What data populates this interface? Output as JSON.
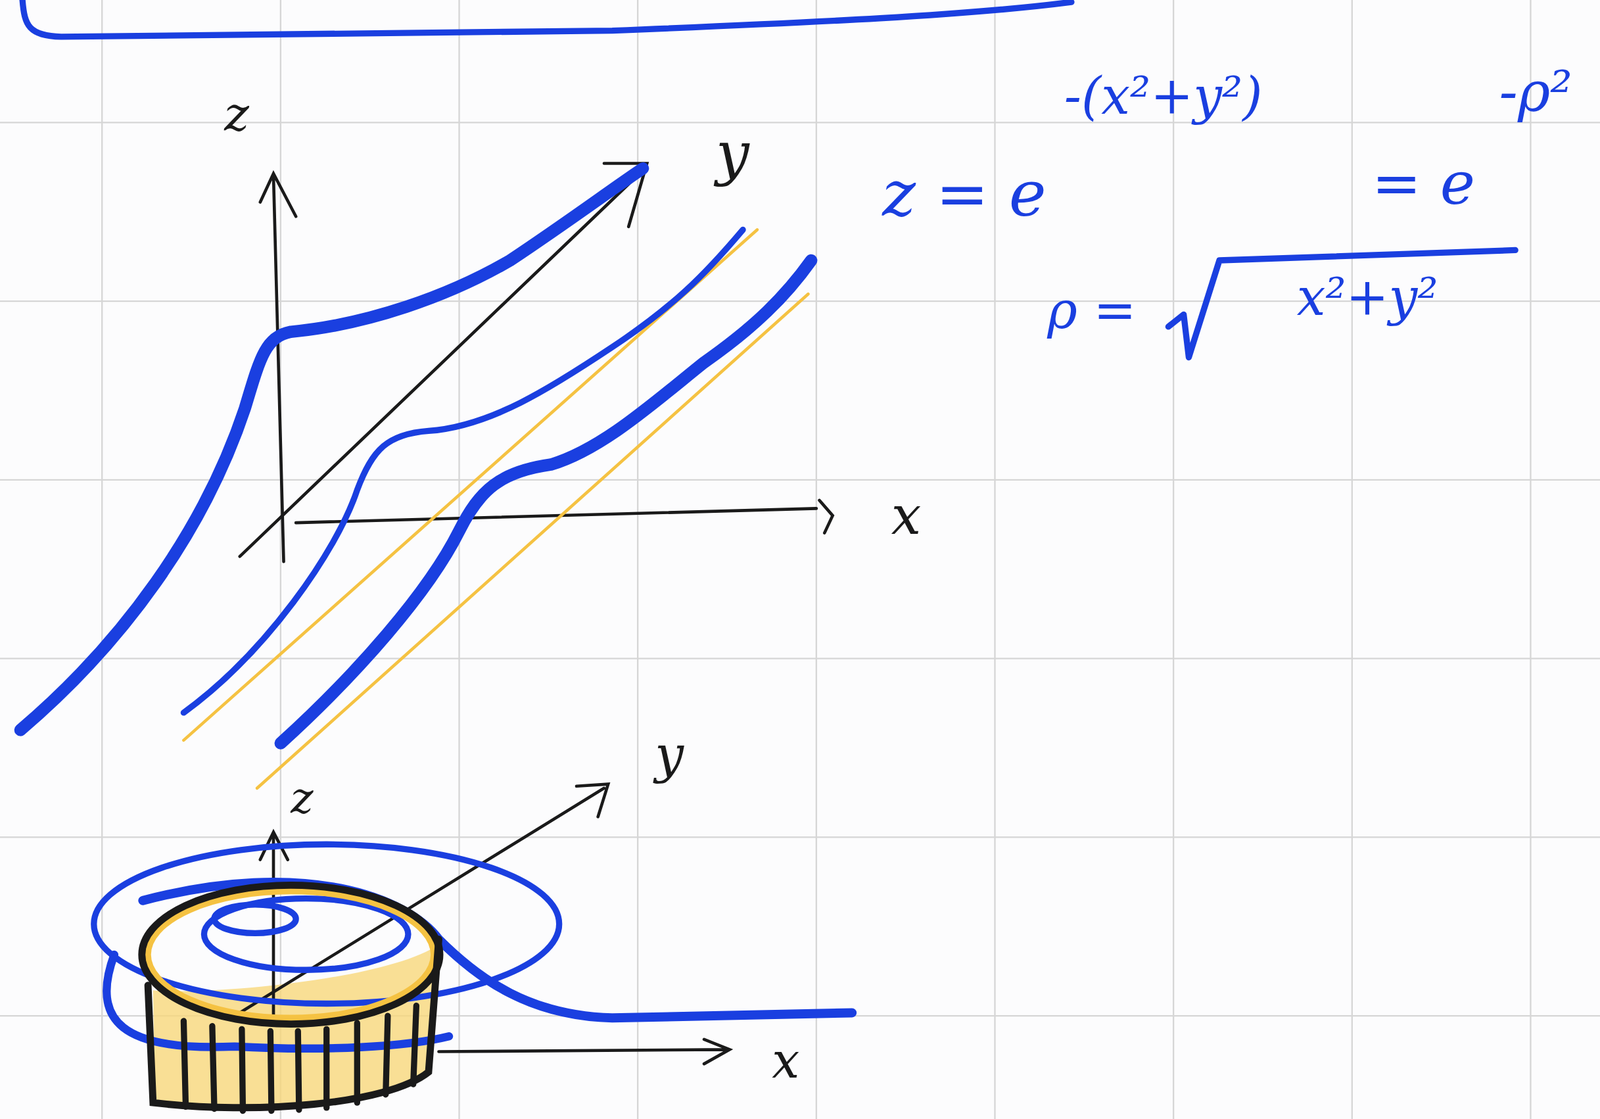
{
  "diagram": {
    "labels": [
      "z",
      "y",
      "x",
      "z",
      "y",
      "x",
      "z = e",
      "-(x²+y²)",
      "= e",
      "-ρ²",
      "ρ =",
      "x²+y²"
    ]
  }
}
